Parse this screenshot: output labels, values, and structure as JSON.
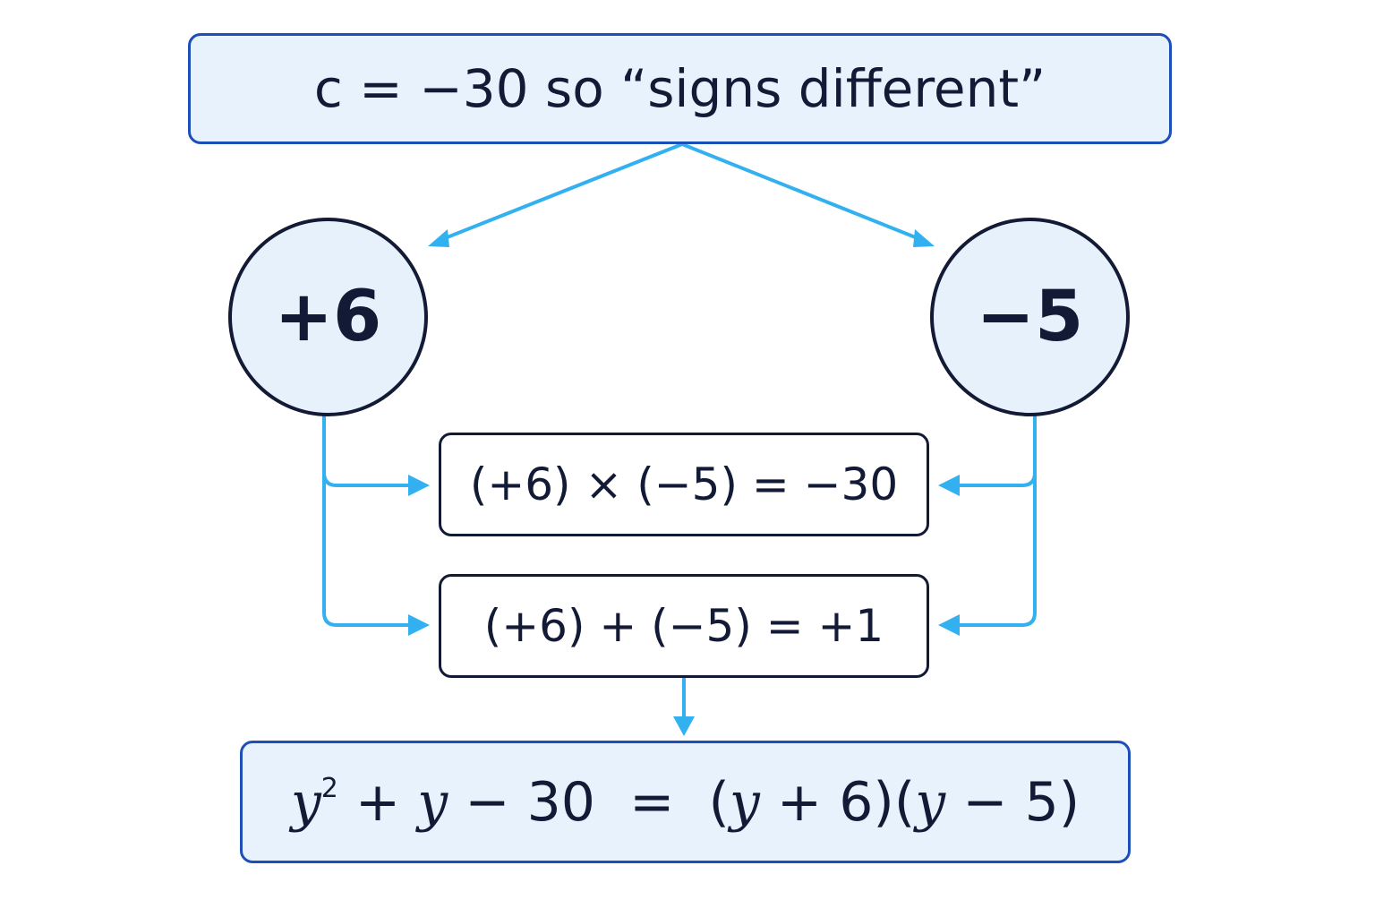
{
  "top_statement": "c  =  −30  so “signs different”",
  "left_factor": "+6",
  "right_factor": "−5",
  "product_equation": "(+6) × (−5) = −30",
  "sum_equation": "(+6) + (−5)  =  +1",
  "result": {
    "var": "y",
    "exponent": "2",
    "rest_1": " + ",
    "var_2": "y",
    "rest_2": " − 30  =  (",
    "var_3": "y",
    "rest_3": " + 6)(",
    "var_4": "y",
    "rest_4": " − 5)"
  },
  "colors": {
    "arrow": "#33b0f0",
    "box_border": "#1e4fb8",
    "box_fill": "#e8f2fd",
    "text": "#121a36"
  }
}
